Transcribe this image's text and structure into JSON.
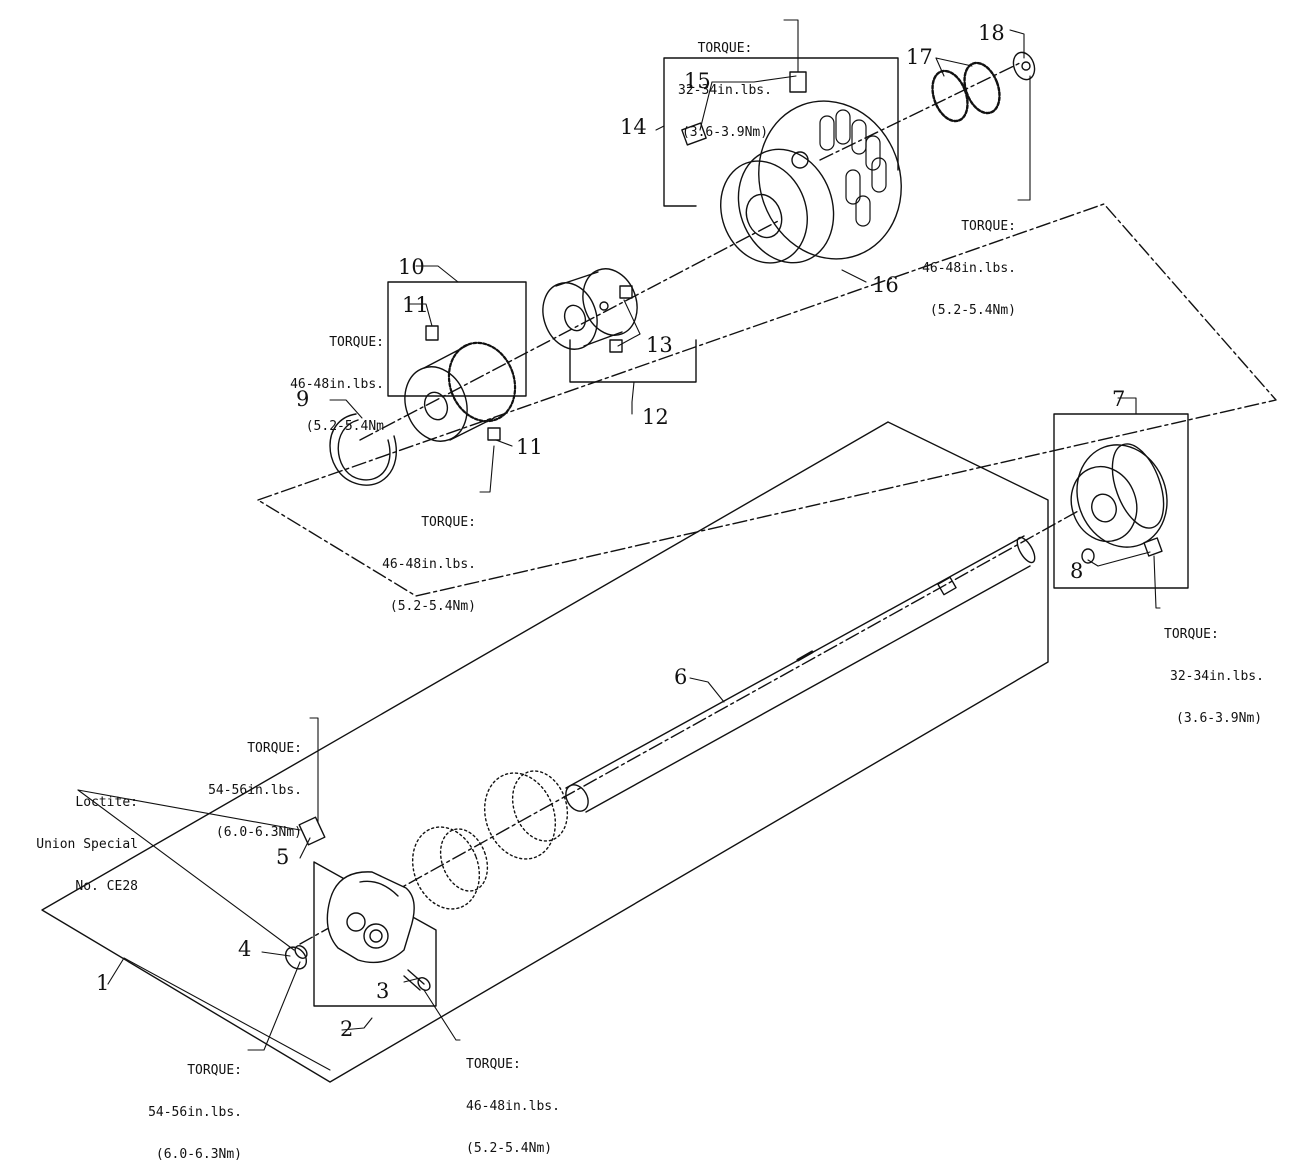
{
  "callouts": {
    "n1": "1",
    "n2": "2",
    "n3": "3",
    "n4": "4",
    "n5": "5",
    "n6": "6",
    "n7": "7",
    "n8": "8",
    "n9": "9",
    "n10": "10",
    "n11a": "11",
    "n11b": "11",
    "n12": "12",
    "n13": "13",
    "n14": "14",
    "n15": "15",
    "n16": "16",
    "n17": "17",
    "n18": "18"
  },
  "notes": {
    "t15": [
      "TORQUE:",
      "32-34in.lbs.",
      "(3.6-3.9Nm)"
    ],
    "t18": [
      "TORQUE:",
      "46-48in.lbs.",
      "(5.2-5.4Nm)"
    ],
    "t11top": [
      "TORQUE:",
      "46-48in.lbs.",
      "(5.2-5.4Nm"
    ],
    "t11bot": [
      "TORQUE:",
      "46-48in.lbs.",
      "(5.2-5.4Nm)"
    ],
    "t8": [
      "TORQUE:",
      "32-34in.lbs.",
      "(3.6-3.9Nm)"
    ],
    "t5": [
      "TORQUE:",
      "54-56in.lbs.",
      "(6.0-6.3Nm)"
    ],
    "loctite": [
      "Loctite:",
      "Union Special",
      "No. CE28"
    ],
    "t4": [
      "TORQUE:",
      "54-56in.lbs.",
      "(6.0-6.3Nm)"
    ],
    "t3": [
      "TORQUE:",
      "46-48in.lbs.",
      "(5.2-5.4Nm)"
    ]
  }
}
